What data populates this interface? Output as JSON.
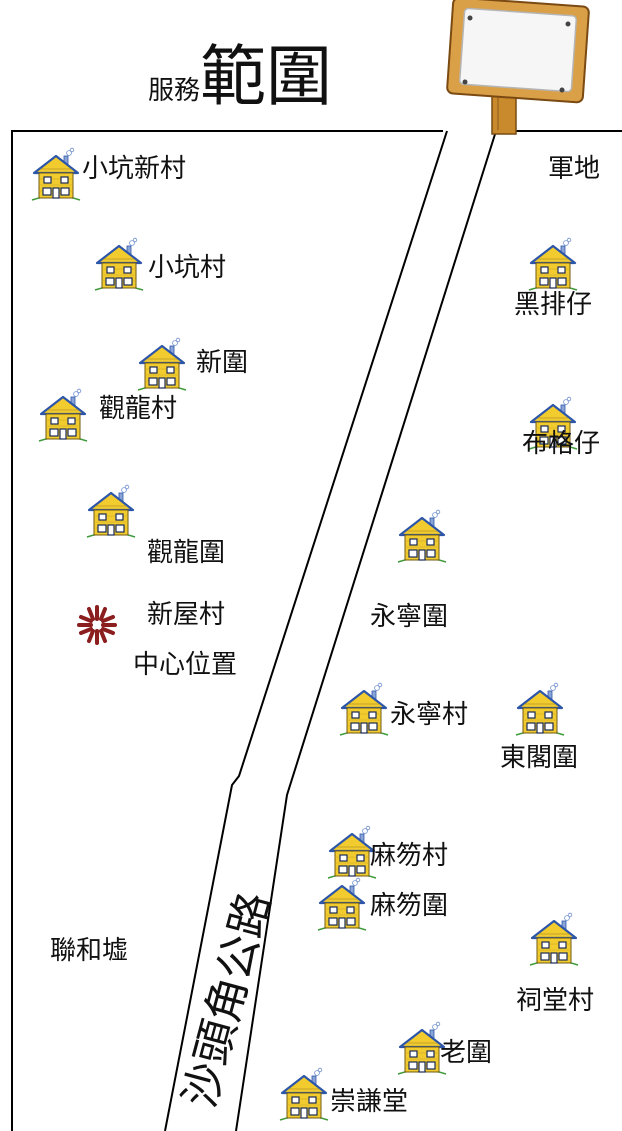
{
  "title": {
    "small": "服務",
    "large": "範圍"
  },
  "road_name": "沙頭角公路",
  "places": {
    "xiaokeng_new": "小坑新村",
    "xiaokeng": "小坑村",
    "xinwei": "新圍",
    "guanlong_cun": "觀龍村",
    "guanlong_wei": "觀龍圍",
    "xinwu": "新屋村",
    "center": "中心位置",
    "lianhe": "聯和墟",
    "military": "軍地",
    "heipaizi": "黑排仔",
    "bugezi": "布格仔",
    "yongning_wei": "永寧圍",
    "yongning_cun": "永寧村",
    "donggewei": "東閣圍",
    "mahuo_cun": "麻笏村",
    "mahuo_wei": "麻笏圍",
    "citang": "祠堂村",
    "laowei": "老圍",
    "chongqiantang": "崇謙堂"
  },
  "icons": {
    "village": "house-icon",
    "centre": "caritas-cross-icon",
    "sign": "signboard-icon"
  },
  "colors": {
    "house_wall": "#f2cc2e",
    "house_roof": "#2d55a8",
    "grass": "#3f9a3a",
    "cross": "#8b1e1e"
  }
}
